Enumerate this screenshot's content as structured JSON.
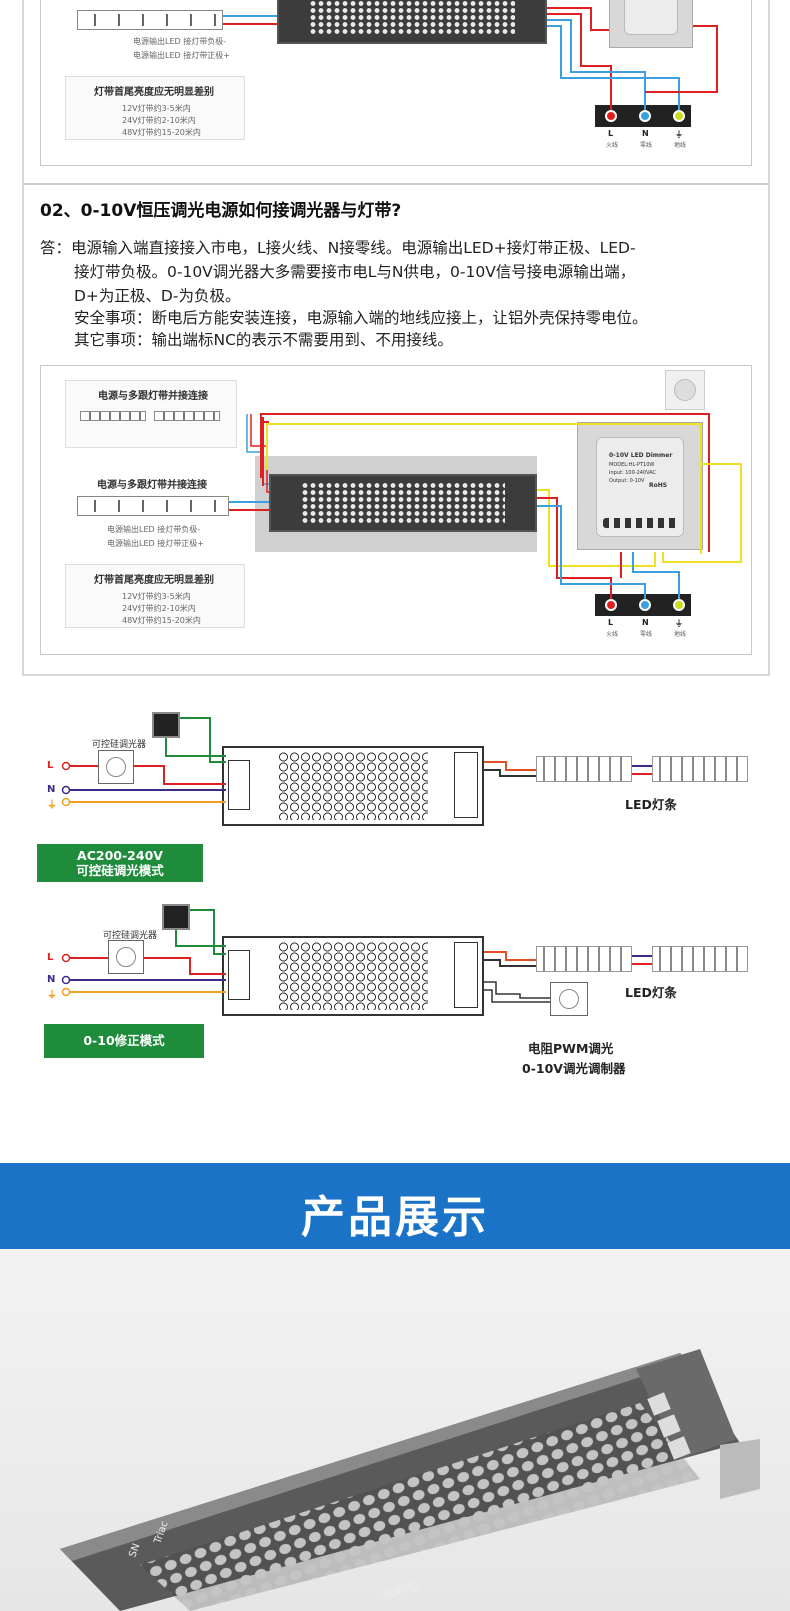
{
  "top_diagram": {
    "strip_label_neg": "电源输出LED 接灯带负极-",
    "strip_label_pos": "电源输出LED 接灯带正极+",
    "caption_title": "灯带首尾亮度应无明显差别",
    "caption_lines": [
      "12V灯带约3-5米内",
      "24V灯带约2-10米内",
      "48V灯带约15-20米内"
    ],
    "terminals": [
      {
        "label": "L",
        "sub": "火线"
      },
      {
        "label": "N",
        "sub": "零线"
      },
      {
        "label": "⏚",
        "sub": "地线"
      }
    ]
  },
  "qa": {
    "question": "02、0-10V恒压调光电源如何接调光器与灯带?",
    "answer_lines": [
      "答：电源输入端直接接入市电，L接火线、N接零线。电源输出LED+接灯带正极、LED-",
      "接灯带负极。0-10V调光器大多需要接市电L与N供电，0-10V信号接电源输出端，",
      "D+为正极、D-为负极。",
      "安全事项：断电后方能安装连接，电源输入端的地线应接上，让铝外壳保持零电位。",
      "其它事项：输出端标NC的表示不需要用到、不用接线。"
    ]
  },
  "mid_diagram": {
    "parallel_title_1": "电源与多跟灯带并接连接",
    "parallel_title_2": "电源与多跟灯带并接连接",
    "strip_label_neg": "电源输出LED 接灯带负极-",
    "strip_label_pos": "电源输出LED 接灯带正极+",
    "dimmer_text": [
      "0-10V LED Dimmer",
      "MODEL:HL-PT10W",
      "Input: 100-240VAC",
      "Output: 0-10V",
      "RoHS"
    ],
    "caption_title": "灯带首尾亮度应无明显差别",
    "caption_lines": [
      "12V灯带约3-5米内",
      "24V灯带约2-10米内",
      "48V灯带约15-20米内"
    ],
    "terminals": [
      {
        "label": "L",
        "sub": "火线"
      },
      {
        "label": "N",
        "sub": "零线"
      },
      {
        "label": "⏚",
        "sub": "地线"
      }
    ]
  },
  "wiring_1": {
    "dimmer_label": "可控硅调光器",
    "line_L": "L",
    "line_N": "N",
    "line_E": "⏚",
    "led_label": "LED灯条",
    "mode_badge": [
      "AC200-240V",
      "可控硅调光模式"
    ]
  },
  "wiring_2": {
    "dimmer_label": "可控硅调光器",
    "line_L": "L",
    "line_N": "N",
    "line_E": "⏚",
    "led_label": "LED灯条",
    "mode_badge": "0-10修正模式",
    "pwm_label_1": "电阻PWM调光",
    "pwm_label_2": "0-10V调光调制器"
  },
  "banner": {
    "title": "产品展示"
  },
  "product": {
    "label_supply": "SUPPLY",
    "label_side": "Triac",
    "label_sn": "SN"
  },
  "colors": {
    "red": "#e02020",
    "blue": "#3aa0e0",
    "yellow": "#f0e020",
    "green_badge": "#1e8c3a",
    "banner_blue": "#1a73c7",
    "purple": "#3b2a8c",
    "orange": "#f0a020"
  }
}
